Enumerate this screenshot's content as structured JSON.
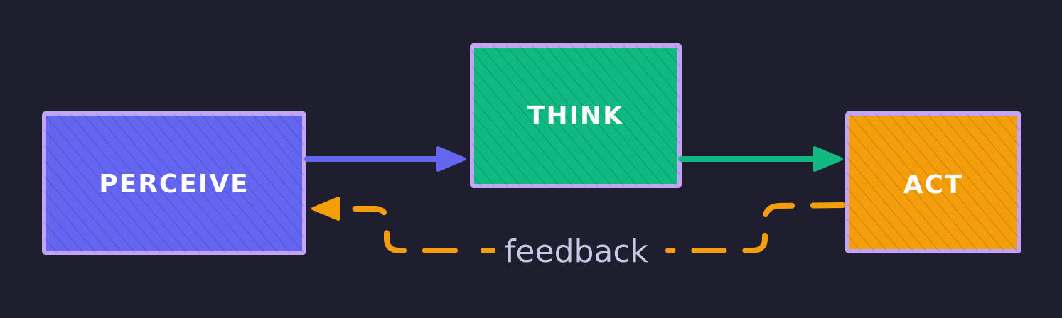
{
  "diagram": {
    "nodes": {
      "perceive": {
        "label": "PERCEIVE",
        "fill": "#6366f1"
      },
      "think": {
        "label": "THINK",
        "fill": "#10b981"
      },
      "act": {
        "label": "ACT",
        "fill": "#f59e0b"
      }
    },
    "border_color": "#c4a5f5",
    "edges": {
      "perceive_to_think": {
        "color": "#6366f1"
      },
      "think_to_act": {
        "color": "#10b981"
      },
      "feedback": {
        "label": "feedback",
        "color": "#f59e0b"
      }
    }
  }
}
